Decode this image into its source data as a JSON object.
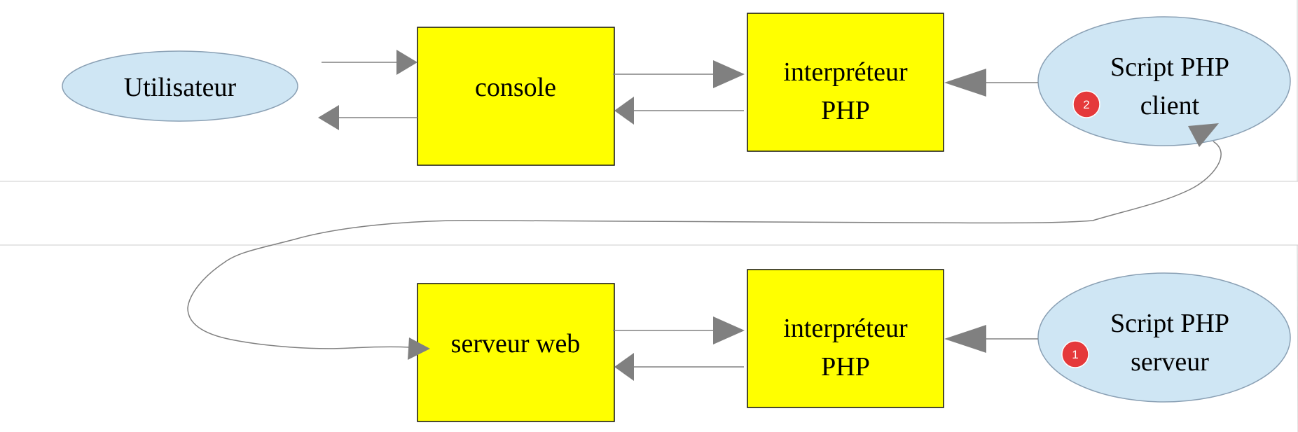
{
  "diagram": {
    "colors": {
      "ellipse_fill": "#cfe6f4",
      "ellipse_stroke": "#8aa0b4",
      "box_fill": "#ffff00",
      "box_stroke": "#111111",
      "arrow": "#808080",
      "panel_line": "#cccccc",
      "badge": "#e5393b"
    },
    "nodes": {
      "utilisateur": {
        "label": "Utilisateur"
      },
      "console": {
        "label": "console"
      },
      "interp_top": {
        "line1": "interpréteur",
        "line2": "PHP"
      },
      "script_client": {
        "line1": "Script PHP",
        "line2": "client",
        "badge": "2"
      },
      "serveur_web": {
        "label": "serveur web"
      },
      "interp_bottom": {
        "line1": "interpréteur",
        "line2": "PHP"
      },
      "script_serveur": {
        "line1": "Script PHP",
        "line2": "serveur",
        "badge": "1"
      }
    }
  }
}
